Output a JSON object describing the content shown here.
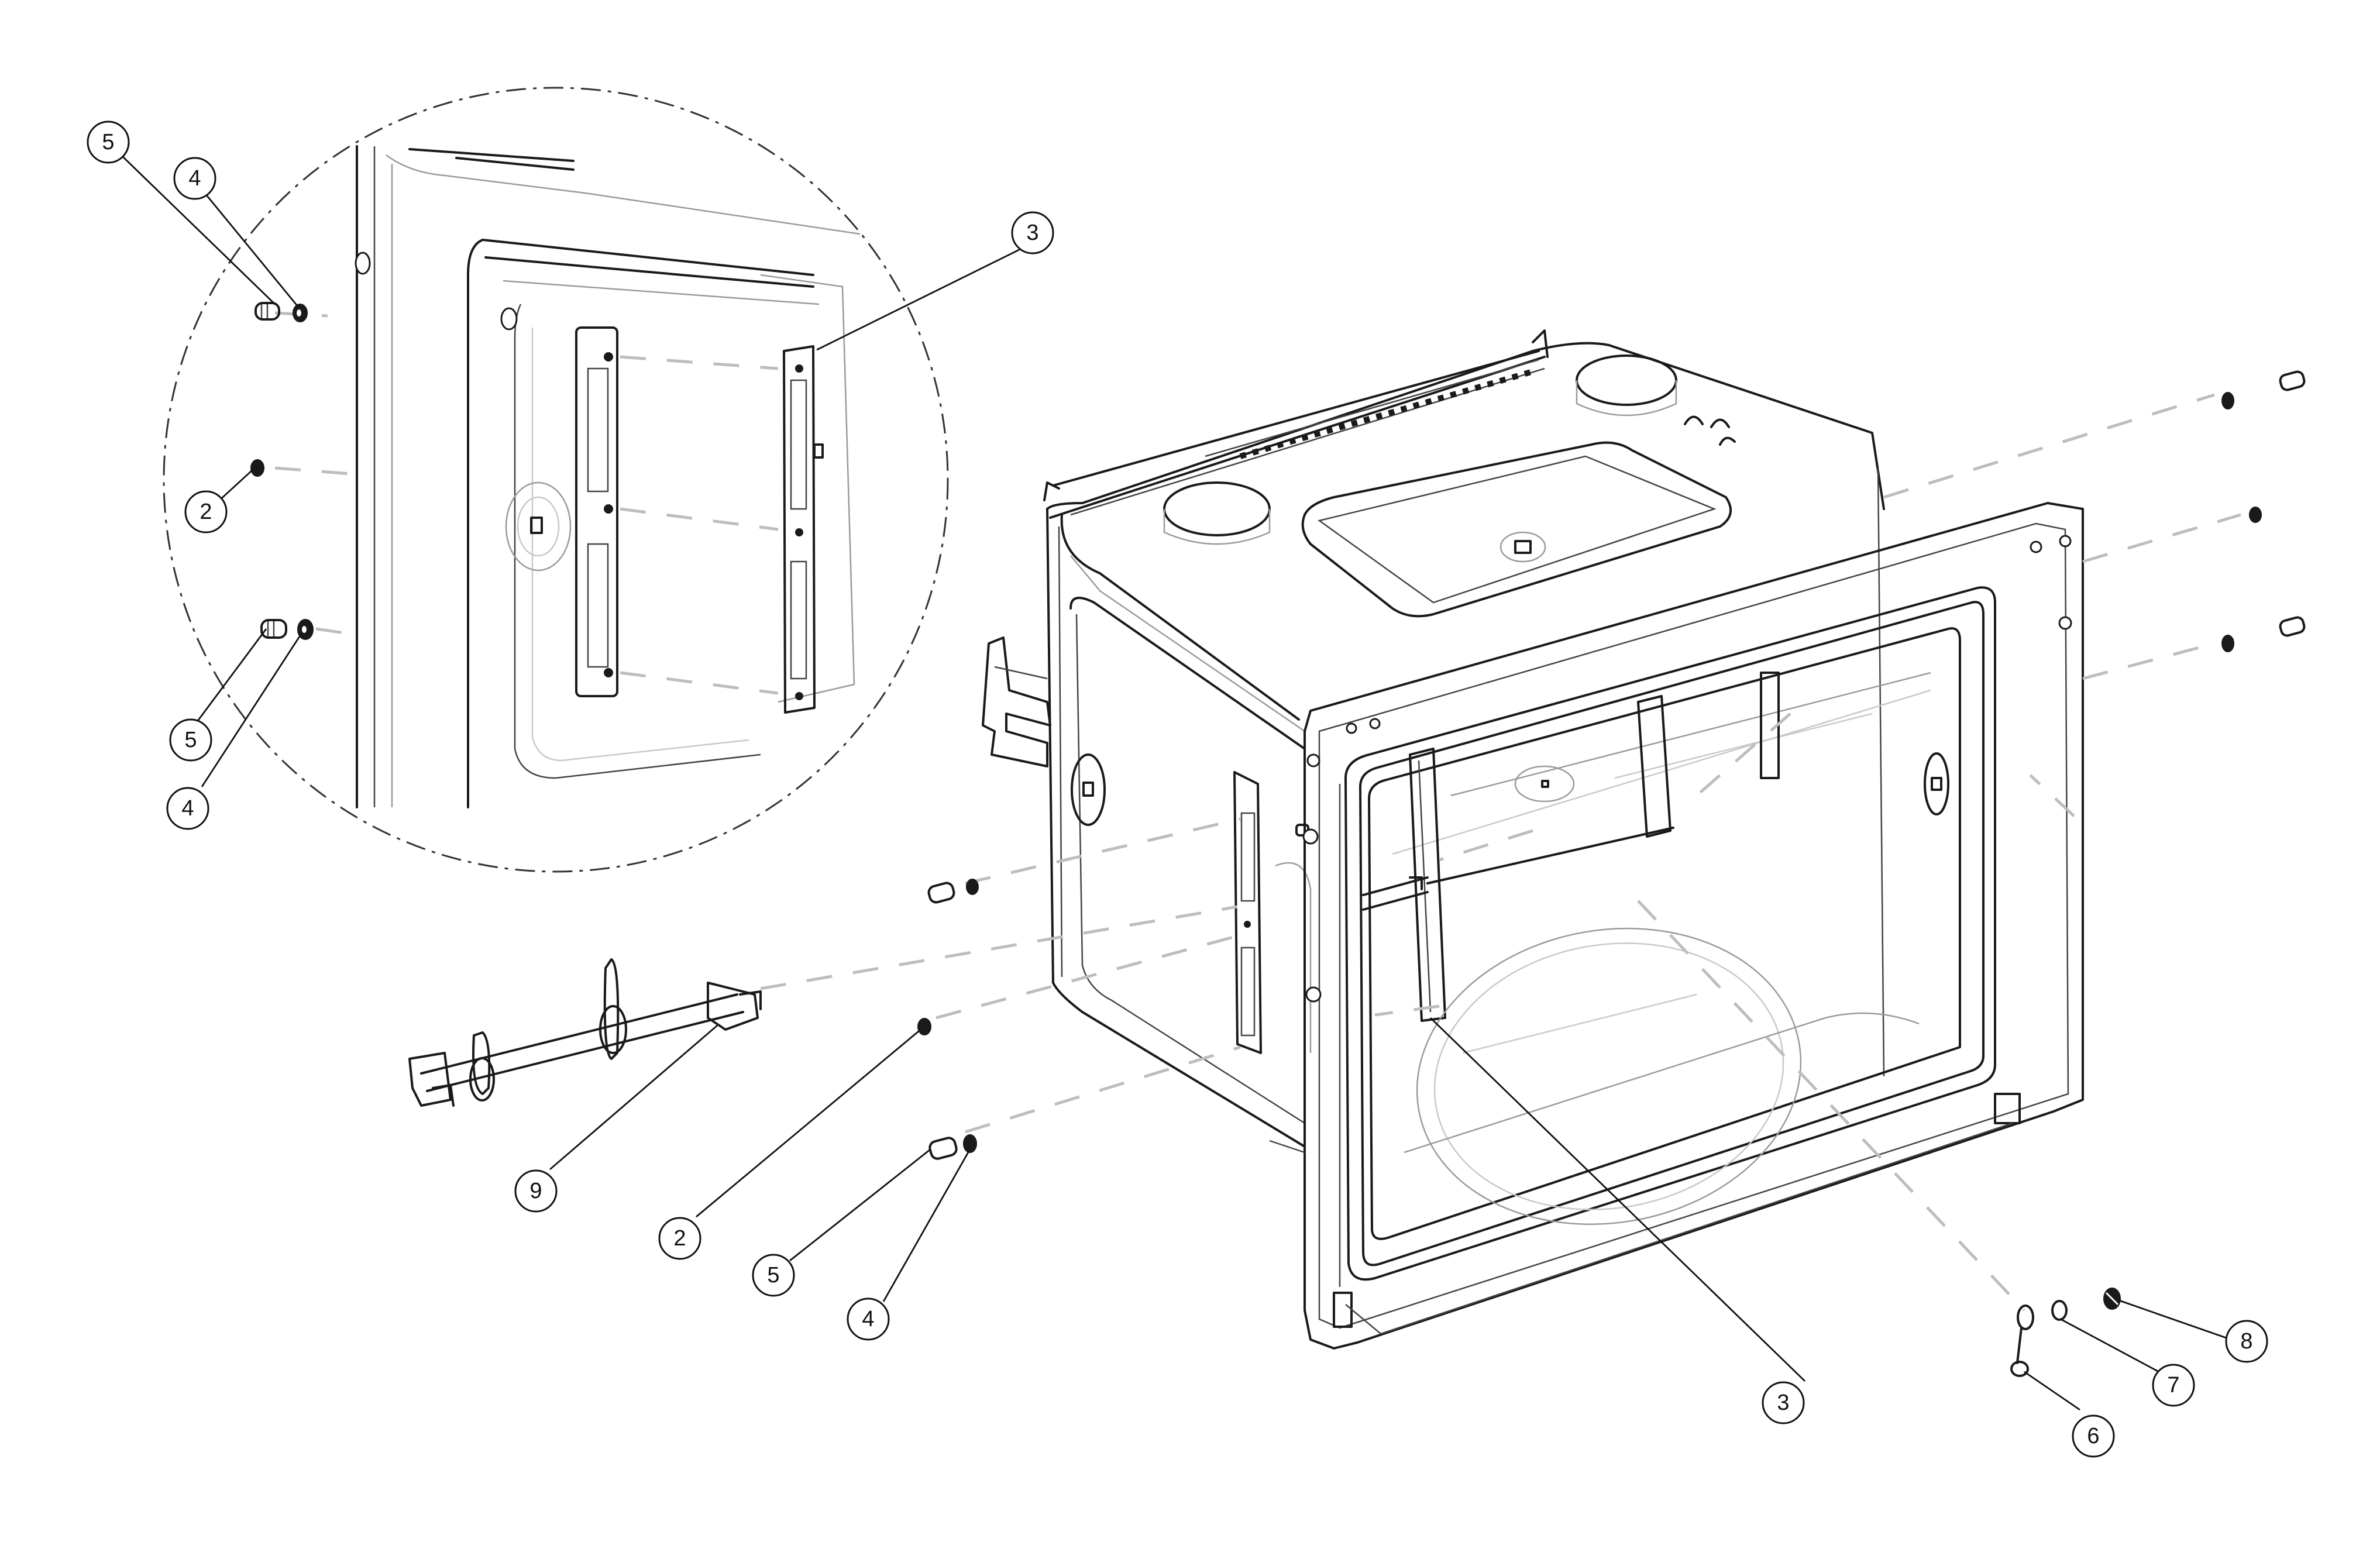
{
  "callouts": [
    {
      "label": "5"
    },
    {
      "label": "4"
    },
    {
      "label": "2"
    },
    {
      "label": "5"
    },
    {
      "label": "4"
    },
    {
      "label": "3"
    },
    {
      "label": "9"
    },
    {
      "label": "2"
    },
    {
      "label": "5"
    },
    {
      "label": "4"
    },
    {
      "label": "3"
    },
    {
      "label": "6"
    },
    {
      "label": "7"
    },
    {
      "label": "8"
    }
  ]
}
